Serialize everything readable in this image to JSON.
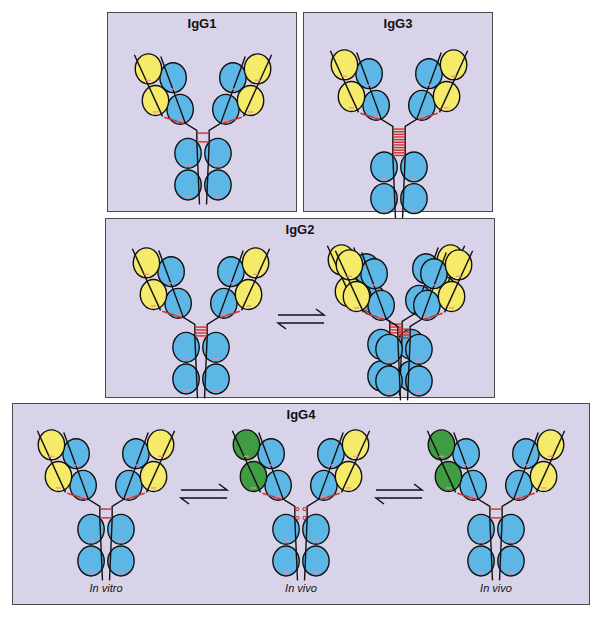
{
  "diagram": {
    "nodes": [
      {
        "text": [
          "IgG1"
        ]
      },
      {
        "text": [
          "IgG3"
        ]
      },
      {
        "text": [
          "IgG2"
        ]
      },
      {
        "text": [
          "IgG4"
        ]
      }
    ],
    "labels": [
      "In vitro",
      "In vivo",
      "In vivo"
    ]
  }
}
